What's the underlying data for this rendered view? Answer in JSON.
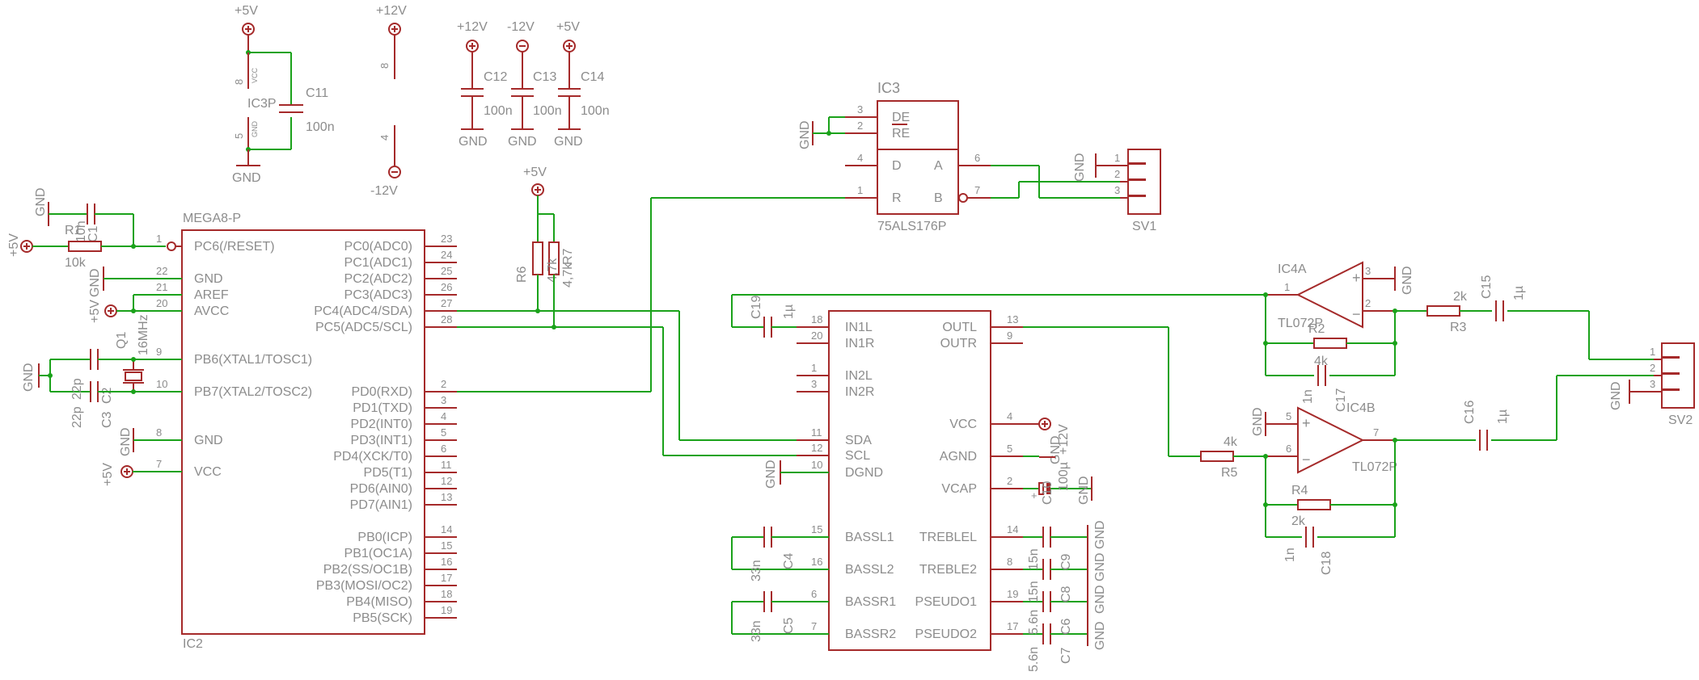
{
  "power": {
    "p5v": "+5V",
    "p12v": "+12V",
    "m12v": "-12V",
    "gnd": "GND",
    "vcc_small": "VCC",
    "gnd_small": "GND"
  },
  "ic2": {
    "name": "MEGA8-P",
    "ref": "IC2",
    "left_pins": [
      {
        "num": "1",
        "label": "PC6(/RESET)"
      },
      {
        "num": "22",
        "label": "GND"
      },
      {
        "num": "21",
        "label": "AREF"
      },
      {
        "num": "20",
        "label": "AVCC"
      },
      {
        "num": "9",
        "label": "PB6(XTAL1/TOSC1)"
      },
      {
        "num": "10",
        "label": "PB7(XTAL2/TOSC2)"
      },
      {
        "num": "8",
        "label": "GND"
      },
      {
        "num": "7",
        "label": "VCC"
      }
    ],
    "right_pins": [
      {
        "num": "23",
        "label": "PC0(ADC0)"
      },
      {
        "num": "24",
        "label": "PC1(ADC1)"
      },
      {
        "num": "25",
        "label": "PC2(ADC2)"
      },
      {
        "num": "26",
        "label": "PC3(ADC3)"
      },
      {
        "num": "27",
        "label": "PC4(ADC4/SDA)"
      },
      {
        "num": "28",
        "label": "PC5(ADC5/SCL)"
      },
      {
        "num": "2",
        "label": "PD0(RXD)"
      },
      {
        "num": "3",
        "label": "PD1(TXD)"
      },
      {
        "num": "4",
        "label": "PD2(INT0)"
      },
      {
        "num": "5",
        "label": "PD3(INT1)"
      },
      {
        "num": "6",
        "label": "PD4(XCK/T0)"
      },
      {
        "num": "11",
        "label": "PD5(T1)"
      },
      {
        "num": "12",
        "label": "PD6(AIN0)"
      },
      {
        "num": "13",
        "label": "PD7(AIN1)"
      },
      {
        "num": "14",
        "label": "PB0(ICP)"
      },
      {
        "num": "15",
        "label": "PB1(OC1A)"
      },
      {
        "num": "16",
        "label": "PB2(SS/OC1B)"
      },
      {
        "num": "17",
        "label": "PB3(MOSI/OC2)"
      },
      {
        "num": "18",
        "label": "PB4(MISO)"
      },
      {
        "num": "19",
        "label": "PB5(SCK)"
      }
    ]
  },
  "ic3": {
    "ref": "IC3",
    "name": "75ALS176P",
    "pins": [
      {
        "num": "3",
        "label": "DE"
      },
      {
        "num": "2",
        "label": "RE"
      },
      {
        "num": "4",
        "label": "D"
      },
      {
        "num": "1",
        "label": "R"
      },
      {
        "num": "6",
        "label": "A"
      },
      {
        "num": "7",
        "label": "B"
      }
    ]
  },
  "ic3p": {
    "ref": "IC3P",
    "pin_vcc": "8",
    "pin_gnd": "5"
  },
  "ic4p": {
    "pin_top": "8",
    "pin_bot": "4"
  },
  "audio_ic": {
    "left_pins": [
      {
        "num": "18",
        "label": "IN1L"
      },
      {
        "num": "20",
        "label": "IN1R"
      },
      {
        "num": "1",
        "label": "IN2L"
      },
      {
        "num": "3",
        "label": "IN2R"
      },
      {
        "num": "11",
        "label": "SDA"
      },
      {
        "num": "12",
        "label": "SCL"
      },
      {
        "num": "10",
        "label": "DGND"
      },
      {
        "num": "15",
        "label": "BASSL1"
      },
      {
        "num": "16",
        "label": "BASSL2"
      },
      {
        "num": "6",
        "label": "BASSR1"
      },
      {
        "num": "7",
        "label": "BASSR2"
      }
    ],
    "right_pins": [
      {
        "num": "13",
        "label": "OUTL"
      },
      {
        "num": "9",
        "label": "OUTR"
      },
      {
        "num": "4",
        "label": "VCC"
      },
      {
        "num": "5",
        "label": "AGND"
      },
      {
        "num": "2",
        "label": "VCAP"
      },
      {
        "num": "14",
        "label": "TREBLEL"
      },
      {
        "num": "8",
        "label": "TREBLE2"
      },
      {
        "num": "19",
        "label": "PSEUDO1"
      },
      {
        "num": "17",
        "label": "PSEUDO2"
      }
    ]
  },
  "opamps": {
    "a_ref": "IC4A",
    "b_ref": "IC4B",
    "part": "TL072P",
    "a_pins": [
      "3",
      "1",
      "2"
    ],
    "b_pins": [
      "5",
      "6",
      "7"
    ]
  },
  "connectors": {
    "sv1": "SV1",
    "sv2": "SV2",
    "pins": [
      "1",
      "2",
      "3"
    ]
  },
  "components": {
    "C1": {
      "ref": "C1",
      "value": "10n"
    },
    "R1": {
      "ref": "R1",
      "value": "10k"
    },
    "C2": {
      "ref": "C2",
      "value": "22p"
    },
    "C3": {
      "ref": "C3",
      "value": "22p"
    },
    "Q1": {
      "ref": "Q1",
      "value": "16MHz"
    },
    "C11": {
      "ref": "C11",
      "value": "100n"
    },
    "C12": {
      "ref": "C12",
      "value": "100n"
    },
    "C13": {
      "ref": "C13",
      "value": "100n"
    },
    "C14": {
      "ref": "C14",
      "value": "100n"
    },
    "R6": {
      "ref": "R6",
      "value": "4,7k"
    },
    "R7": {
      "ref": "R7",
      "value": "4,7k"
    },
    "C19": {
      "ref": "C19",
      "value": "1µ"
    },
    "C10": {
      "ref": "C10",
      "value": "100µ"
    },
    "C4": {
      "ref": "C4",
      "value": "33n"
    },
    "C5": {
      "ref": "C5",
      "value": "33n"
    },
    "C9": {
      "ref": "C9",
      "value": "15n"
    },
    "C8": {
      "ref": "C8",
      "value": "15n"
    },
    "C6": {
      "ref": "C6",
      "value": "5.6n"
    },
    "C7": {
      "ref": "C7",
      "value": "5.6n"
    },
    "R2": {
      "ref": "R2",
      "value": "4k"
    },
    "C17": {
      "ref": "C17",
      "value": "1n"
    },
    "R3": {
      "ref": "R3",
      "value": "2k"
    },
    "C15": {
      "ref": "C15",
      "value": "1µ"
    },
    "R4": {
      "ref": "R4",
      "value": "2k"
    },
    "C18": {
      "ref": "C18",
      "value": "1n"
    },
    "R5": {
      "ref": "R5",
      "value": "4k"
    },
    "C16": {
      "ref": "C16",
      "value": "1µ"
    }
  }
}
